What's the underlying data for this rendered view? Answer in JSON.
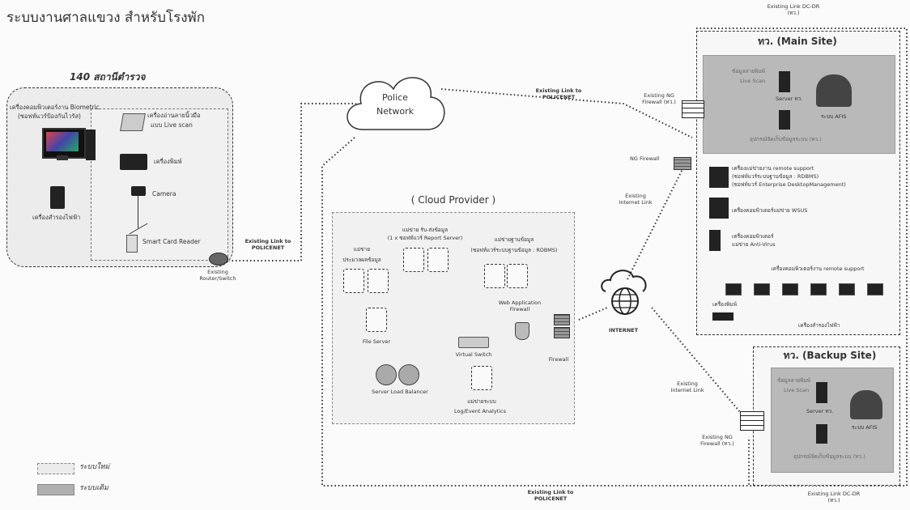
{
  "title": "ระบบงานศาลแขวง สำหรับโรงพัก",
  "stations": {
    "heading": "140 สถานีตำรวจ",
    "biometric": "เครื่องคอมพิวเตอร์งาน Biometric",
    "biometric_sub": "(ซอฟท์แวร์ป้องกันไวรัส)",
    "scanner": "เครื่องอ่านลายนิ้วมือ",
    "scanner_sub": "แบบ Live scan",
    "printer": "เครื่องพิมพ์",
    "camera": "Camera",
    "ups": "เครื่องสำรองไฟฟ้า",
    "smartcard": "Smart Card Reader",
    "router": "Existing Router/Switch"
  },
  "links": {
    "station_policenet": "Existing Link to POLICENET",
    "policenet_top": "Existing Link to POLICENET",
    "policenet_bottom": "Existing Link to POLICENET",
    "internet_main": "Existing Internet Link",
    "internet_backup": "Existing Internet Link",
    "dcdr_top": "Existing Link DC-DR (ทว.)",
    "dcdr_bottom": "Existing Link DC-DR (ทว.)"
  },
  "police_network": "Police Network",
  "internet": "INTERNET",
  "cloud": {
    "heading": "( Cloud Provider )",
    "data_server": "แม่ข่าย รับ-ส่งข้อมูล",
    "data_server_sub": "(1 x ซอฟท์แวร์ Report Server)",
    "db_server": "แม่ข่ายฐานข้อมูล",
    "db_server_sub": "(ซอฟท์แวร์ระบบฐานข้อมูล : RDBMS)",
    "proc_server": "แม่ข่าย",
    "proc_server_sub": "ประมวลผลข้อมูล",
    "waf": "Web Application Firewall",
    "file_server": "File Server",
    "vswitch": "Virtual Switch",
    "firewall": "Firewall",
    "lb": "Server Load Balancer",
    "log": "แม่ข่ายระบบ",
    "log_sub": "Log/Event Analytics"
  },
  "main_site": {
    "heading": "ทว. (Main Site)",
    "ngfw": "Existing NG Firewall (ทว.)",
    "ngfw2": "NG Firewall",
    "live_scan": "ข้อมูลลายพิมพ์",
    "live_scan_sub": "Live Scan",
    "server": "Server ทว.",
    "afis": "ระบบ AFIS",
    "storage": "อุปกรณ์จัดเก็บข้อมูลระบบ (ทว.)",
    "remote": "เครื่องแม่ข่ายงาน remote support",
    "remote_sub1": "(ซอฟท์แวร์ระบบฐานข้อมูล : RDBMS)",
    "remote_sub2": "(ซอฟท์แวร์ Enterprise DesktopManagement)",
    "wsus": "เครื่องคอมพิวเตอร์แม่ข่าย WSUS",
    "av": "เครื่องคอมพิวเตอร์",
    "av_sub": "แม่ข่าย Anti-Virus",
    "support": "เครื่องคอมพิวเตอร์งาน remote support",
    "printer": "เครื่องพิมพ์",
    "ups": "เครื่องสำรองไฟฟ้า"
  },
  "backup_site": {
    "heading": "ทว. (Backup Site)",
    "ngfw": "Existing NG Firewall (ทว.)",
    "live_scan": "ข้อมูลลายพิมพ์",
    "live_scan_sub": "Live Scan",
    "server": "Server ทว.",
    "afis": "ระบบ AFIS",
    "storage": "อุปกรณ์จัดเก็บข้อมูลระบบ (ทว.)"
  },
  "legend": {
    "new": "ระบบใหม่",
    "old": "ระบบเดิม"
  },
  "colors": {
    "existing_fill": "#b9b9b9",
    "new_fill": "#ececec",
    "line": "#333333"
  }
}
